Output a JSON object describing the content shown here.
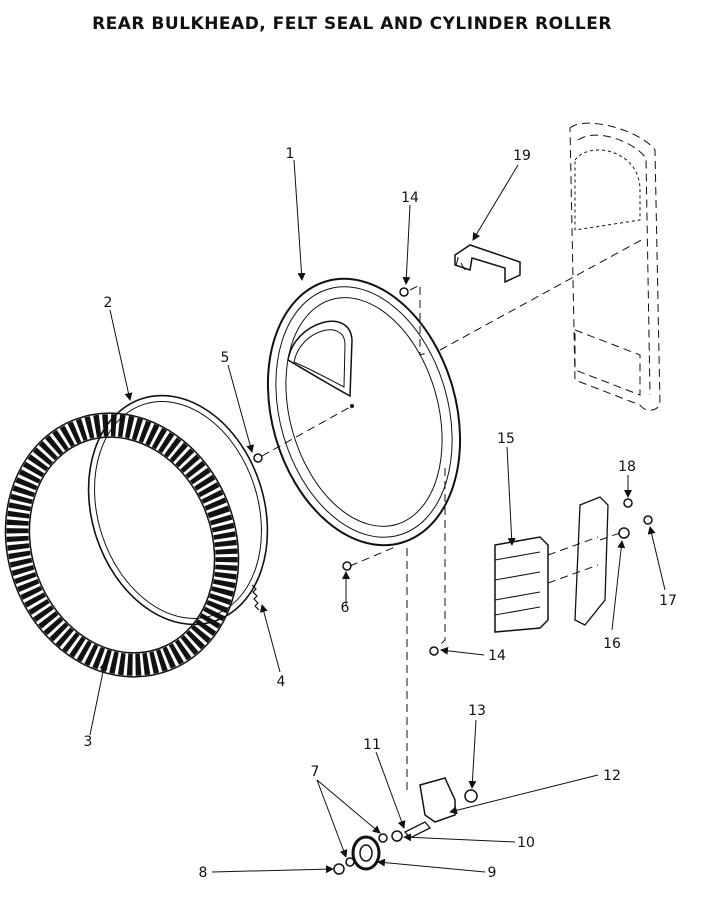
{
  "title": "REAR BULKHEAD, FELT SEAL AND CYLINDER ROLLER",
  "callouts": [
    {
      "id": "1"
    },
    {
      "id": "2"
    },
    {
      "id": "3"
    },
    {
      "id": "4"
    },
    {
      "id": "5"
    },
    {
      "id": "6"
    },
    {
      "id": "7"
    },
    {
      "id": "8"
    },
    {
      "id": "9"
    },
    {
      "id": "10"
    },
    {
      "id": "11"
    },
    {
      "id": "12"
    },
    {
      "id": "13"
    },
    {
      "id": "14"
    },
    {
      "id": "14b",
      "text": "14"
    },
    {
      "id": "15"
    },
    {
      "id": "16"
    },
    {
      "id": "17"
    },
    {
      "id": "18"
    },
    {
      "id": "19"
    }
  ]
}
